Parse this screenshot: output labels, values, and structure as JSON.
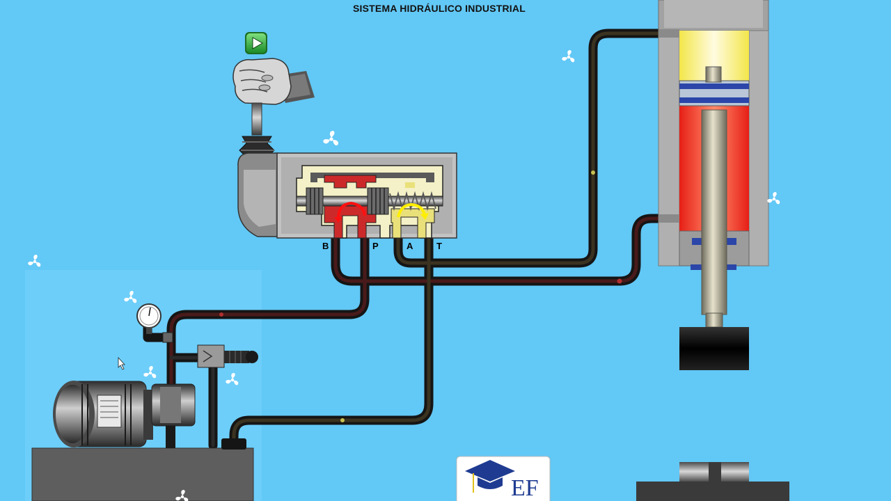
{
  "title": "SISTEMA HIDRÁULICO  INDUSTRIAL",
  "valve_ports": [
    "B",
    "P",
    "A",
    "T"
  ],
  "logo": {
    "text": "EF"
  },
  "colors": {
    "background": "#62c8f6",
    "pressure_oil": "#cc2a2a",
    "return_oil": "#f2e87a",
    "hose": "#151515",
    "play_button": "#2fa83a"
  },
  "icons": [
    "play-icon",
    "fan-icon",
    "pressure-gauge-icon",
    "graduation-cap-icon",
    "mouse-cursor-icon"
  ]
}
